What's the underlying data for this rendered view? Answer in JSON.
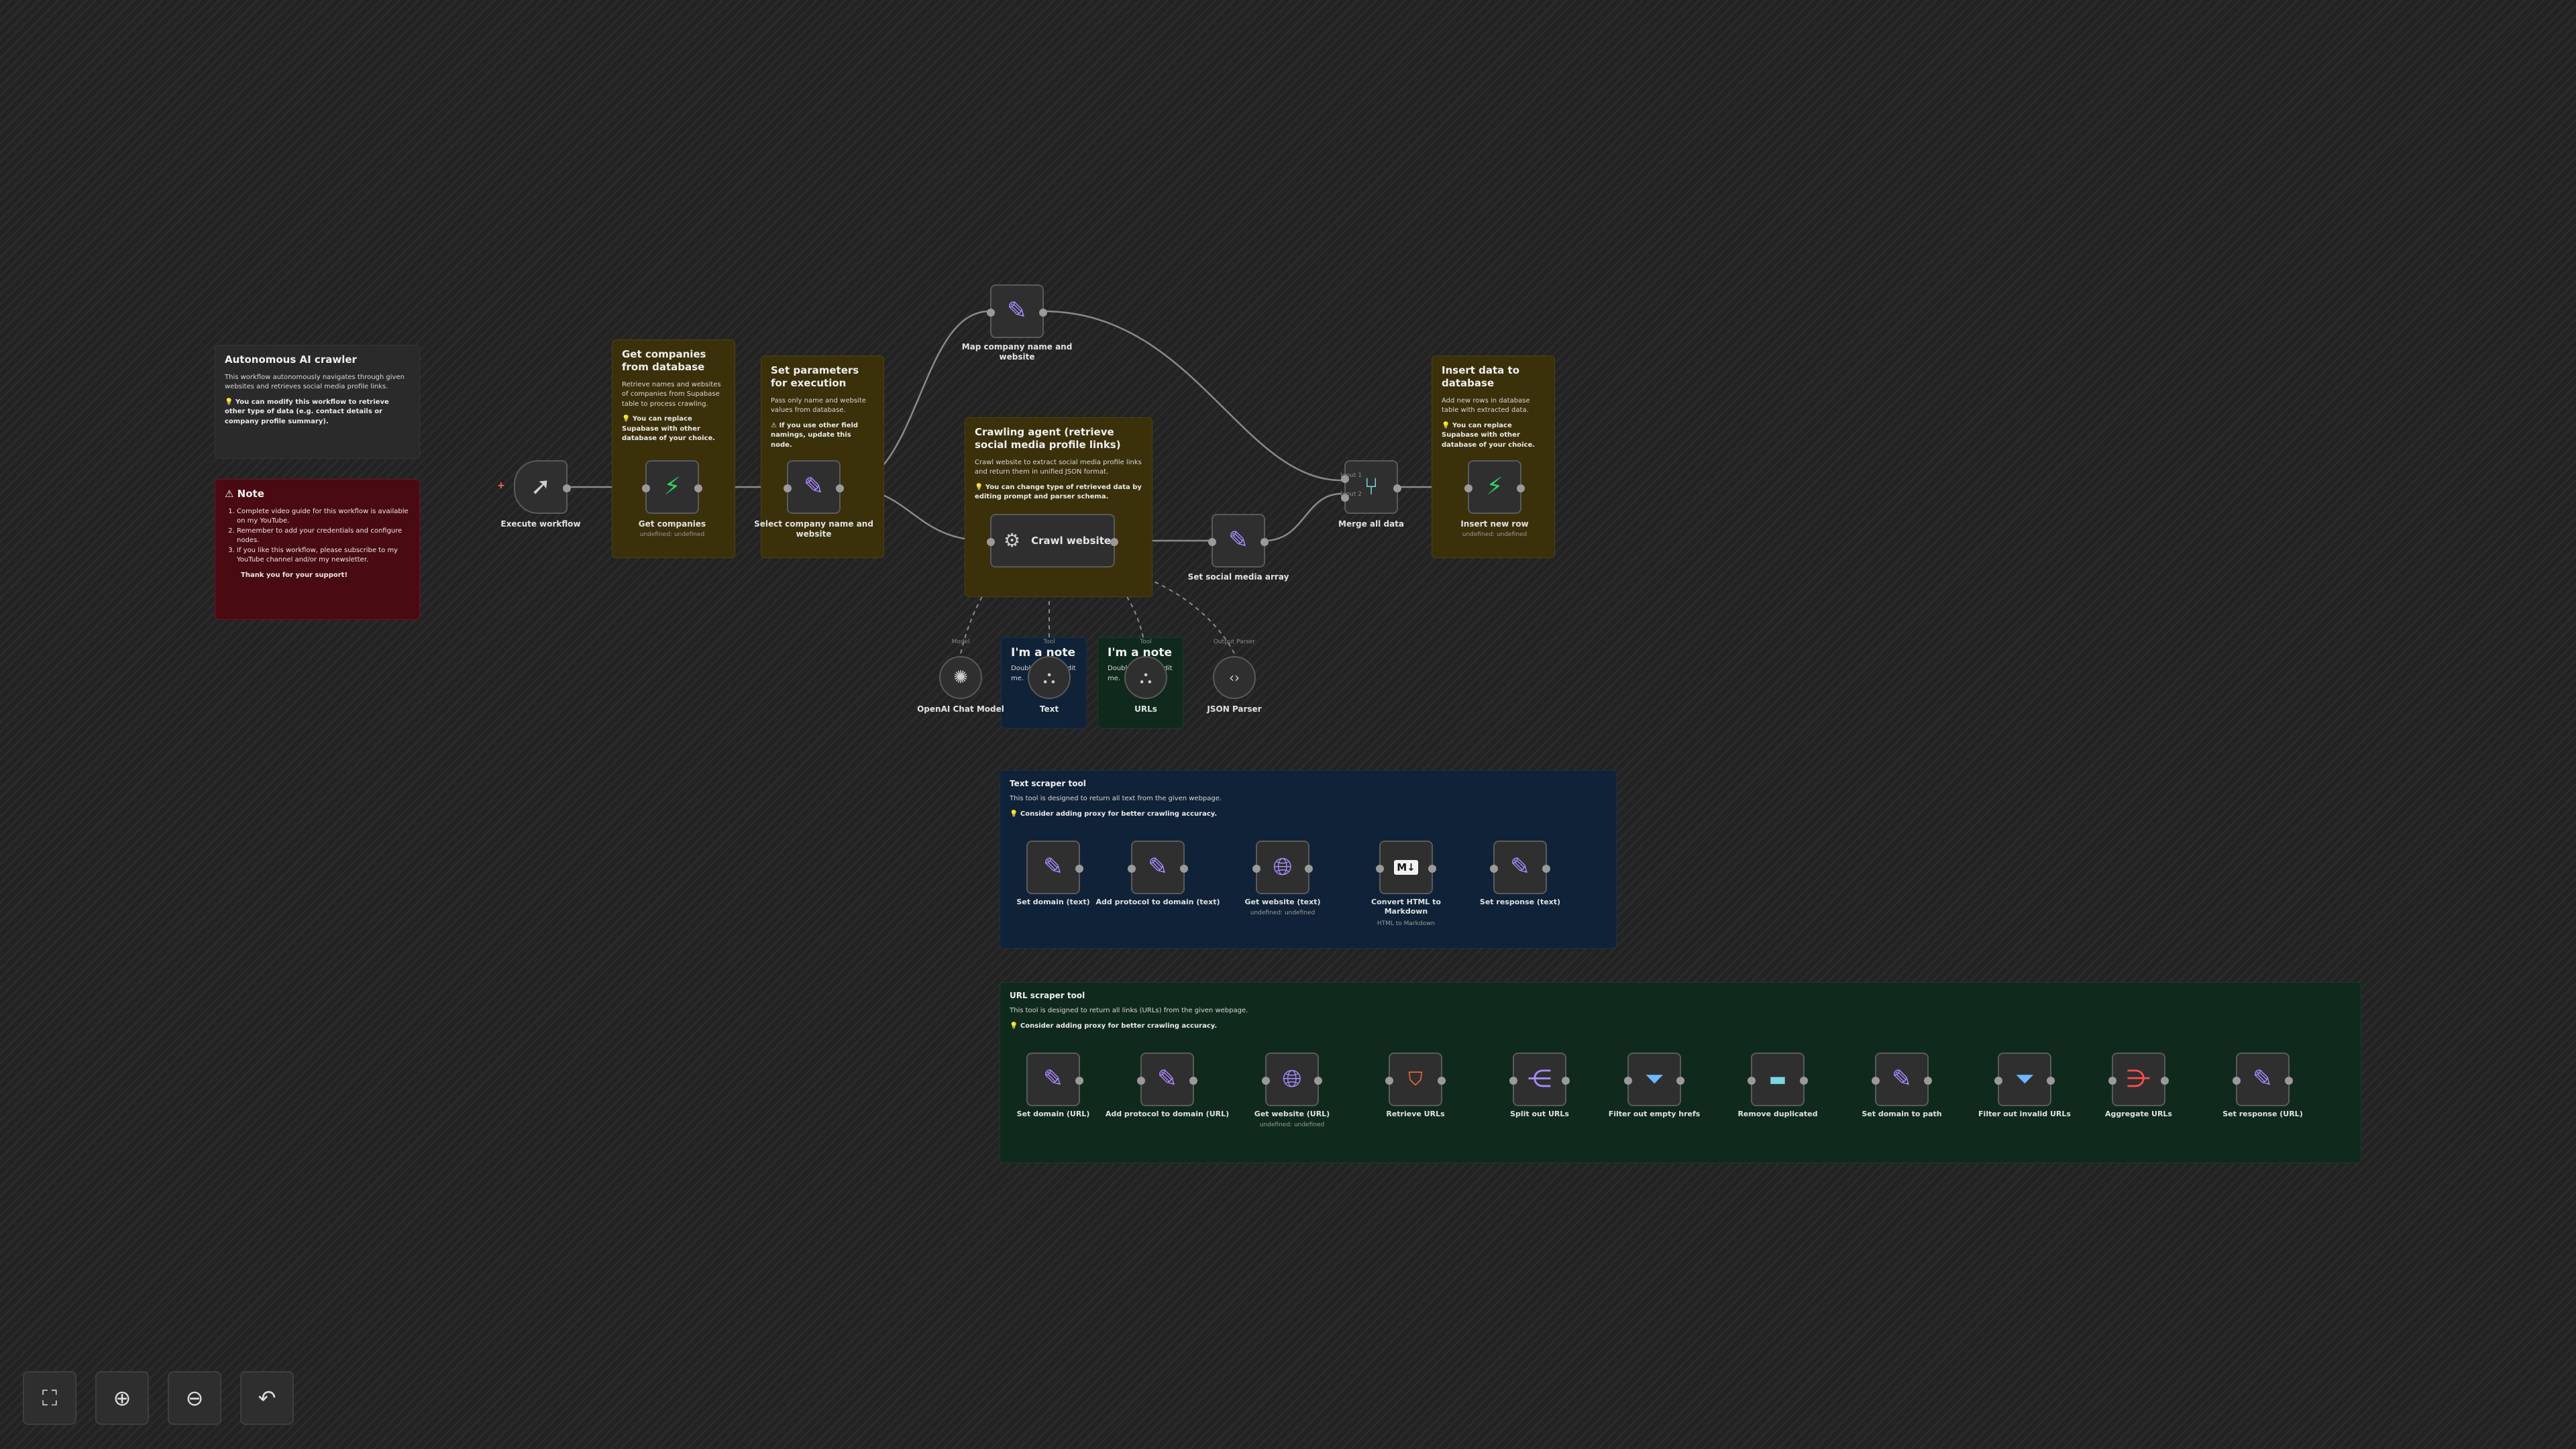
{
  "notes": {
    "intro": {
      "title": "Autonomous AI crawler",
      "body": "This workflow autonomously navigates through given websites and retrieves social media profile links.",
      "tip": "💡 You can modify this workflow to retrieve other type of data (e.g. contact details or company profile summary)."
    },
    "note": {
      "title": "⚠ Note",
      "items": [
        "Complete video guide for this workflow is available on my YouTube.",
        "Remember to add your credentials and configure nodes.",
        "If you like this workflow, please subscribe to my YouTube channel and/or my newsletter."
      ],
      "thanks": "Thank you for your support!"
    },
    "get_companies": {
      "title": "Get companies from database",
      "body": "Retrieve names and websites of companies from Supabase table to process crawling.",
      "tip": "💡 You can replace Supabase with other database of your choice."
    },
    "set_params": {
      "title": "Set parameters for execution",
      "body": "Pass only name and website values from database.",
      "tip": "⚠ If you use other field namings, update this node."
    },
    "crawling_agent": {
      "title": "Crawling agent (retrieve social media profile links)",
      "body": "Crawl website to extract social media profile links and return them in unified JSON format.",
      "tip": "💡 You can change type of retrieved data by editing prompt and parser schema."
    },
    "insert_data": {
      "title": "Insert data to database",
      "body": "Add new rows in database table with extracted data.",
      "tip": "💡 You can replace Supabase with other database of your choice."
    },
    "im_note_1": {
      "title": "I'm a note",
      "body": "Double click to edit me."
    },
    "im_note_2": {
      "title": "I'm a note",
      "body": "Double click to edit me."
    },
    "text_scraper": {
      "title": "Text scraper tool",
      "body": "This tool is designed to return all text from the given webpage.",
      "tip": "💡 Consider adding proxy for better crawling accuracy."
    },
    "url_scraper": {
      "title": "URL scraper tool",
      "body": "This tool is designed to return all links (URLs) from the given webpage.",
      "tip": "💡 Consider adding proxy for better crawling accuracy."
    }
  },
  "nodes": {
    "execute_workflow": {
      "label": "Execute workflow",
      "icon": "cursor-icon"
    },
    "get_companies": {
      "label": "Get companies",
      "meta": "undefined: undefined",
      "icon": "supabase-icon"
    },
    "select_company": {
      "label": "Select company name and website",
      "icon": "pencil-icon"
    },
    "map_company": {
      "label": "Map company name and website",
      "icon": "pencil-icon"
    },
    "crawl_website": {
      "label": "Crawl website",
      "icon": "robot-icon"
    },
    "set_social": {
      "label": "Set social media array",
      "icon": "pencil-icon"
    },
    "merge_all": {
      "label": "Merge all data",
      "icon": "merge-icon"
    },
    "insert_row": {
      "label": "Insert new row",
      "meta": "undefined: undefined",
      "icon": "supabase-icon"
    },
    "openai_model": {
      "label": "OpenAI Chat Model",
      "tag": "Model",
      "icon": "openai-icon"
    },
    "text_tool": {
      "label": "Text",
      "tag": "Tool",
      "icon": "workflow-icon"
    },
    "urls_tool": {
      "label": "URLs",
      "tag": "Tool",
      "icon": "workflow-icon"
    },
    "json_parser": {
      "label": "JSON Parser",
      "tag": "Output Parser",
      "icon": "code-icon"
    },
    "t_set_domain": {
      "label": "Set domain (text)"
    },
    "t_add_protocol": {
      "label": "Add protocol to domain (text)"
    },
    "t_get_website": {
      "label": "Get website (text)",
      "meta": "undefined: undefined"
    },
    "t_convert_md": {
      "label": "Convert HTML to Markdown",
      "meta": "HTML to Markdown"
    },
    "t_set_response": {
      "label": "Set response (text)"
    },
    "u_set_domain": {
      "label": "Set domain (URL)"
    },
    "u_add_protocol": {
      "label": "Add protocol to domain (URL)"
    },
    "u_get_website": {
      "label": "Get website (URL)",
      "meta": "undefined: undefined"
    },
    "u_retrieve": {
      "label": "Retrieve URLs"
    },
    "u_split": {
      "label": "Split out URLs"
    },
    "u_filter_empty": {
      "label": "Filter out empty hrefs"
    },
    "u_remove_dup": {
      "label": "Remove duplicated"
    },
    "u_set_path": {
      "label": "Set domain to path"
    },
    "u_filter_invalid": {
      "label": "Filter out invalid URLs"
    },
    "u_aggregate": {
      "label": "Aggregate URLs"
    },
    "u_set_response": {
      "label": "Set response (URL)"
    }
  },
  "merge_inputs": [
    "Input 1",
    "Input 2"
  ],
  "controls": {
    "fit": "fit-view-icon",
    "zoom_in": "zoom-in-icon",
    "zoom_out": "zoom-out-icon",
    "undo": "undo-icon"
  }
}
